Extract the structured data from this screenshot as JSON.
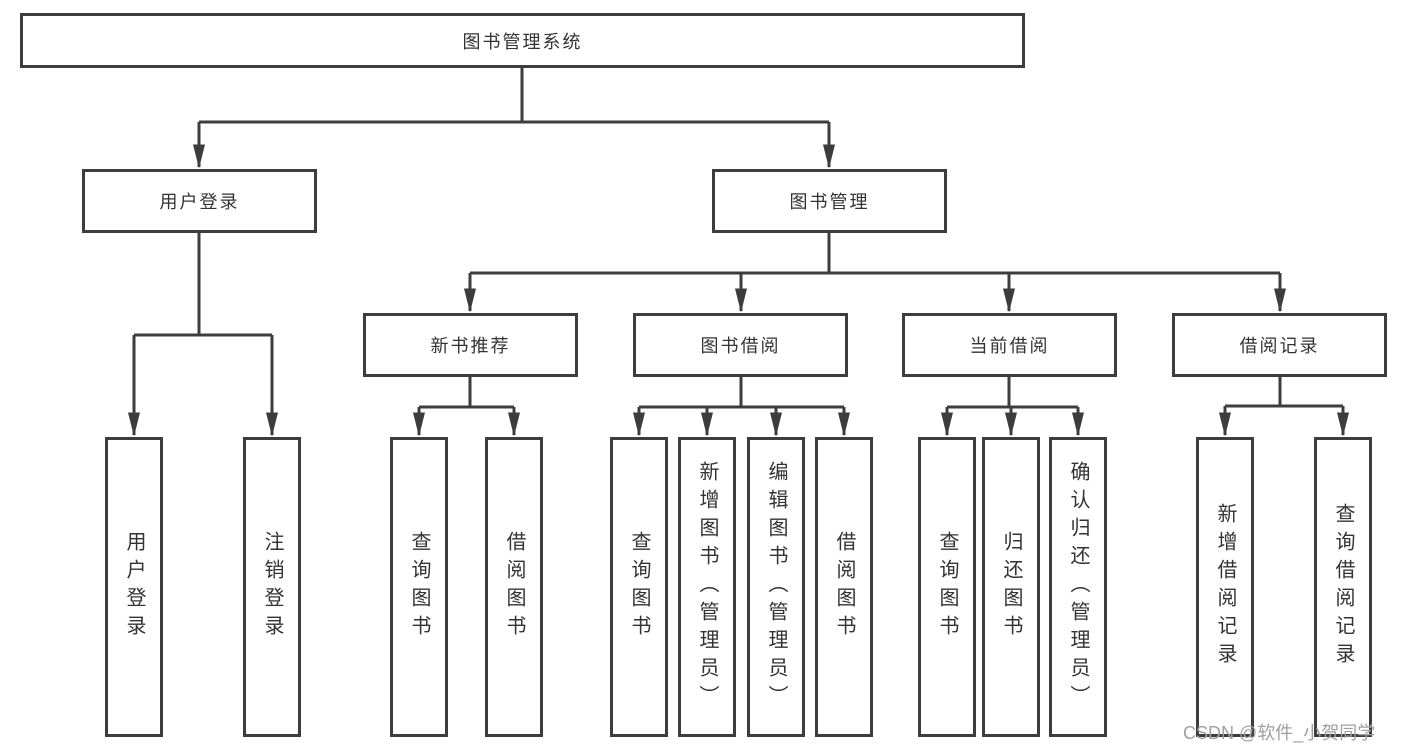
{
  "diagram": {
    "root": {
      "label": "图书管理系统"
    },
    "level1": [
      {
        "label": "用户登录"
      },
      {
        "label": "图书管理"
      }
    ],
    "level2": [
      {
        "label": "新书推荐"
      },
      {
        "label": "图书借阅"
      },
      {
        "label": "当前借阅"
      },
      {
        "label": "借阅记录"
      }
    ],
    "leaves": [
      {
        "label": "用户登录"
      },
      {
        "label": "注销登录"
      },
      {
        "label": "查询图书"
      },
      {
        "label": "借阅图书"
      },
      {
        "label": "查询图书"
      },
      {
        "label": "新增图书（管理员）"
      },
      {
        "label": "编辑图书（管理员）"
      },
      {
        "label": "借阅图书"
      },
      {
        "label": "查询图书"
      },
      {
        "label": "归还图书"
      },
      {
        "label": "确认归还（管理员）"
      },
      {
        "label": "新增借阅记录"
      },
      {
        "label": "查询借阅记录"
      }
    ]
  },
  "watermark": {
    "text": "CSDN @软件_小贺同学"
  },
  "colors": {
    "line": "#3d3d3d",
    "text": "#333333",
    "background": "#ffffff",
    "watermark": "#a0a0a0"
  }
}
